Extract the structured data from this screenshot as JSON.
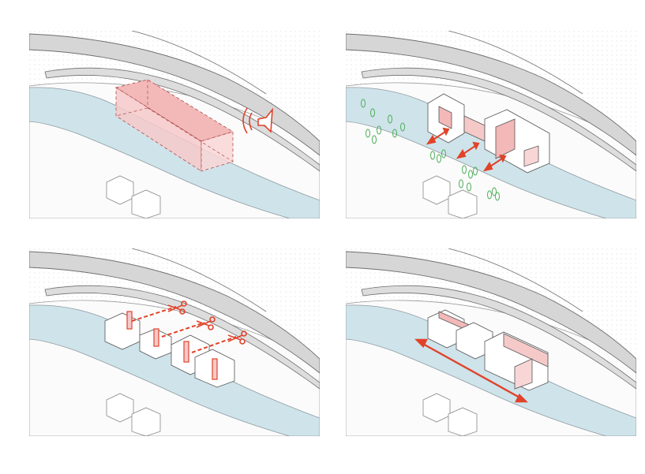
{
  "figure": {
    "panels": [
      {
        "id": "p1",
        "step": "noise-buffer-massing",
        "icon": "speaker-icon"
      },
      {
        "id": "p2",
        "step": "riverside-greenery-and-openings",
        "icon": "tree-icon"
      },
      {
        "id": "p3",
        "step": "cut-volume-into-blocks",
        "icon": "scissors-icon"
      },
      {
        "id": "p4",
        "step": "continuous-river-frontage",
        "icon": "double-arrow-icon"
      }
    ]
  },
  "colors": {
    "river": "#cfe3ea",
    "river_edge": "#8d9aa0",
    "road": "#d6d6d6",
    "road_edge": "#6e6e6e",
    "ground_dots": "#c9c9c9",
    "accent_red": "#e0432a",
    "massing_fill": "#f6c9c9",
    "building_fill": "#ffffff",
    "tree_green": "#4fae5a"
  }
}
